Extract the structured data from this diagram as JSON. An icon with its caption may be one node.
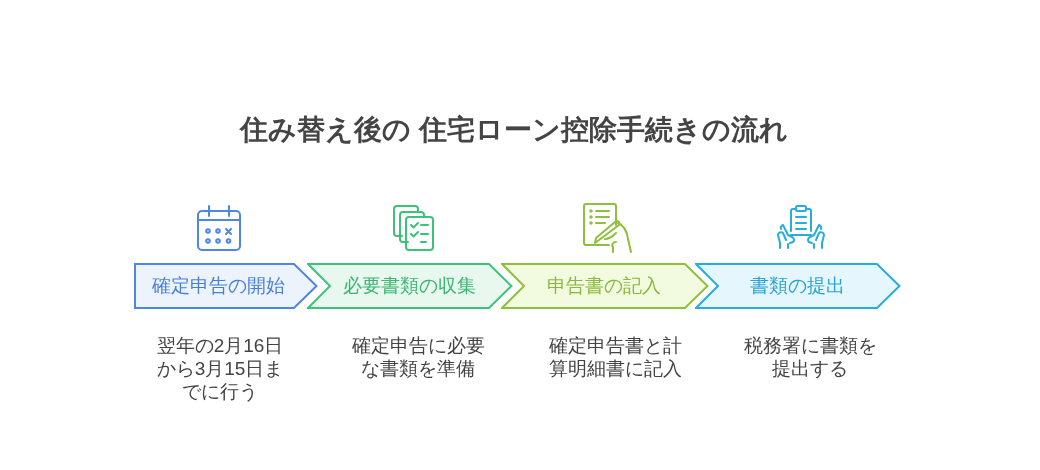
{
  "diagram": {
    "title": "住み替え後の 住宅ローン控除手続きの流れ",
    "nodes": [
      {
        "text": [
          "確定申告の開始"
        ],
        "beside": [
          "翌年の2月16日から3月15日までに行う"
        ]
      },
      {
        "text": [
          "必要書類の収集"
        ],
        "beside": [
          "確定申告に必要な書類を準備"
        ]
      },
      {
        "text": [
          "申告書の記入"
        ],
        "beside": [
          "確定申告書と計算明細書に記入"
        ]
      },
      {
        "text": [
          "書類の提出"
        ],
        "beside": [
          "税務署に書類を提出する"
        ]
      }
    ]
  }
}
